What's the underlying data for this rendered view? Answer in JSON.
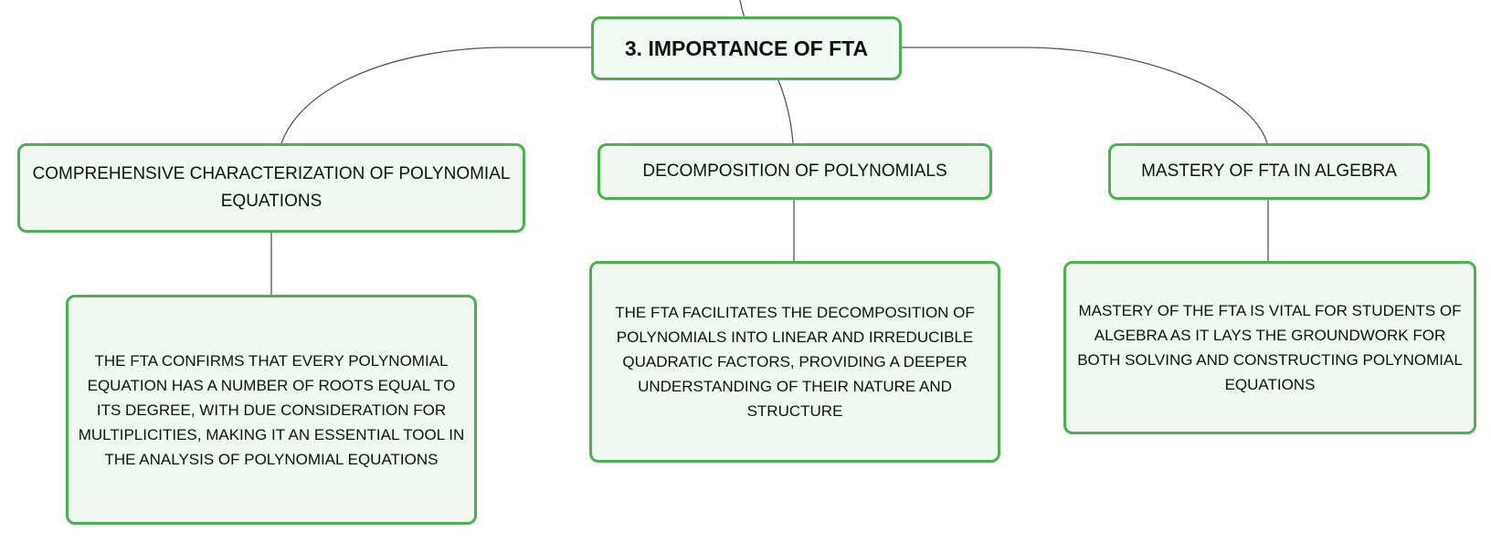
{
  "colors": {
    "node_border": "#4caf50",
    "node_fill": "#f0f8f1",
    "connector": "#555555",
    "text": "#111111"
  },
  "root": {
    "label": "3. IMPORTANCE OF FTA"
  },
  "topics": [
    {
      "label": "COMPREHENSIVE CHARACTERIZATION OF POLYNOMIAL EQUATIONS",
      "detail": "THE FTA CONFIRMS THAT EVERY POLYNOMIAL EQUATION HAS A NUMBER OF ROOTS EQUAL TO ITS DEGREE, WITH DUE CONSIDERATION FOR MULTIPLICITIES, MAKING IT AN ESSENTIAL TOOL IN THE ANALYSIS OF POLYNOMIAL EQUATIONS"
    },
    {
      "label": "DECOMPOSITION OF POLYNOMIALS",
      "detail": "THE FTA FACILITATES THE DECOMPOSITION OF POLYNOMIALS INTO LINEAR AND IRREDUCIBLE QUADRATIC FACTORS, PROVIDING A DEEPER UNDERSTANDING OF THEIR NATURE AND STRUCTURE"
    },
    {
      "label": "MASTERY OF FTA IN ALGEBRA",
      "detail": "MASTERY OF THE FTA IS VITAL FOR STUDENTS OF ALGEBRA AS IT LAYS THE GROUNDWORK FOR BOTH SOLVING AND CONSTRUCTING POLYNOMIAL EQUATIONS"
    }
  ]
}
